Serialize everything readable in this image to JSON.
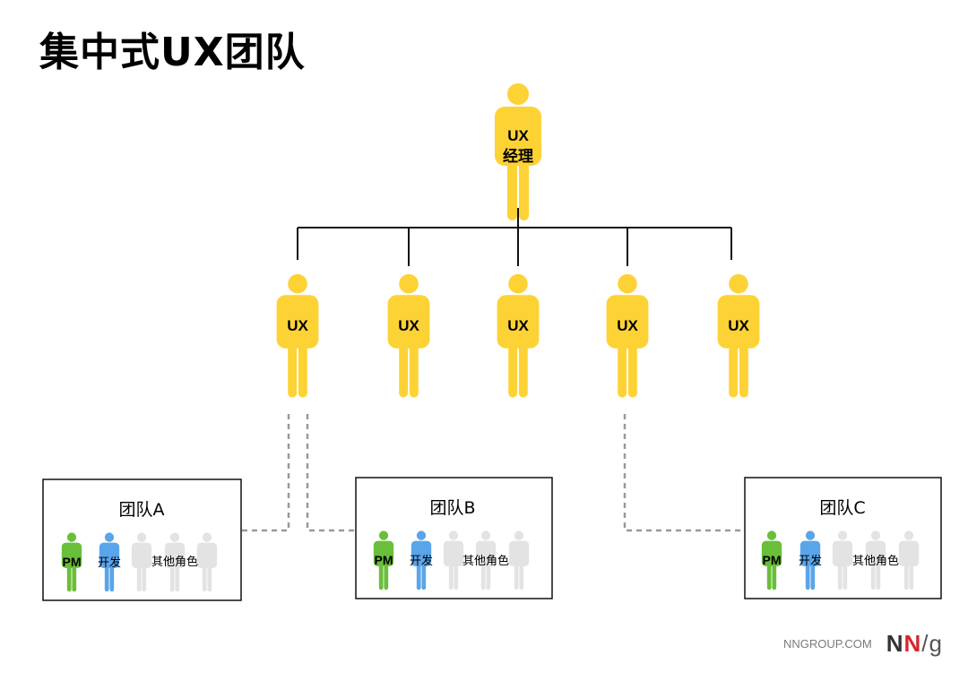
{
  "title": "集中式UX团队",
  "manager": {
    "label_line1": "UX",
    "label_line2": "经理",
    "color": "#fdd235"
  },
  "ux_members": [
    {
      "label": "UX"
    },
    {
      "label": "UX"
    },
    {
      "label": "UX"
    },
    {
      "label": "UX"
    },
    {
      "label": "UX"
    }
  ],
  "teams": [
    {
      "name": "团队A",
      "pm": "PM",
      "dev": "开发",
      "others": "其他角色"
    },
    {
      "name": "团队B",
      "pm": "PM",
      "dev": "开发",
      "others": "其他角色"
    },
    {
      "name": "团队C",
      "pm": "PM",
      "dev": "开发",
      "others": "其他角色"
    }
  ],
  "colors": {
    "ux": "#fdd235",
    "pm": "#6abf3a",
    "dev": "#5aa5ea",
    "other": "#e3e3e3"
  },
  "footer": {
    "site": "NNGROUP.COM",
    "logo_n1": "N",
    "logo_n2": "N",
    "logo_slash": "/",
    "logo_g": "g"
  }
}
